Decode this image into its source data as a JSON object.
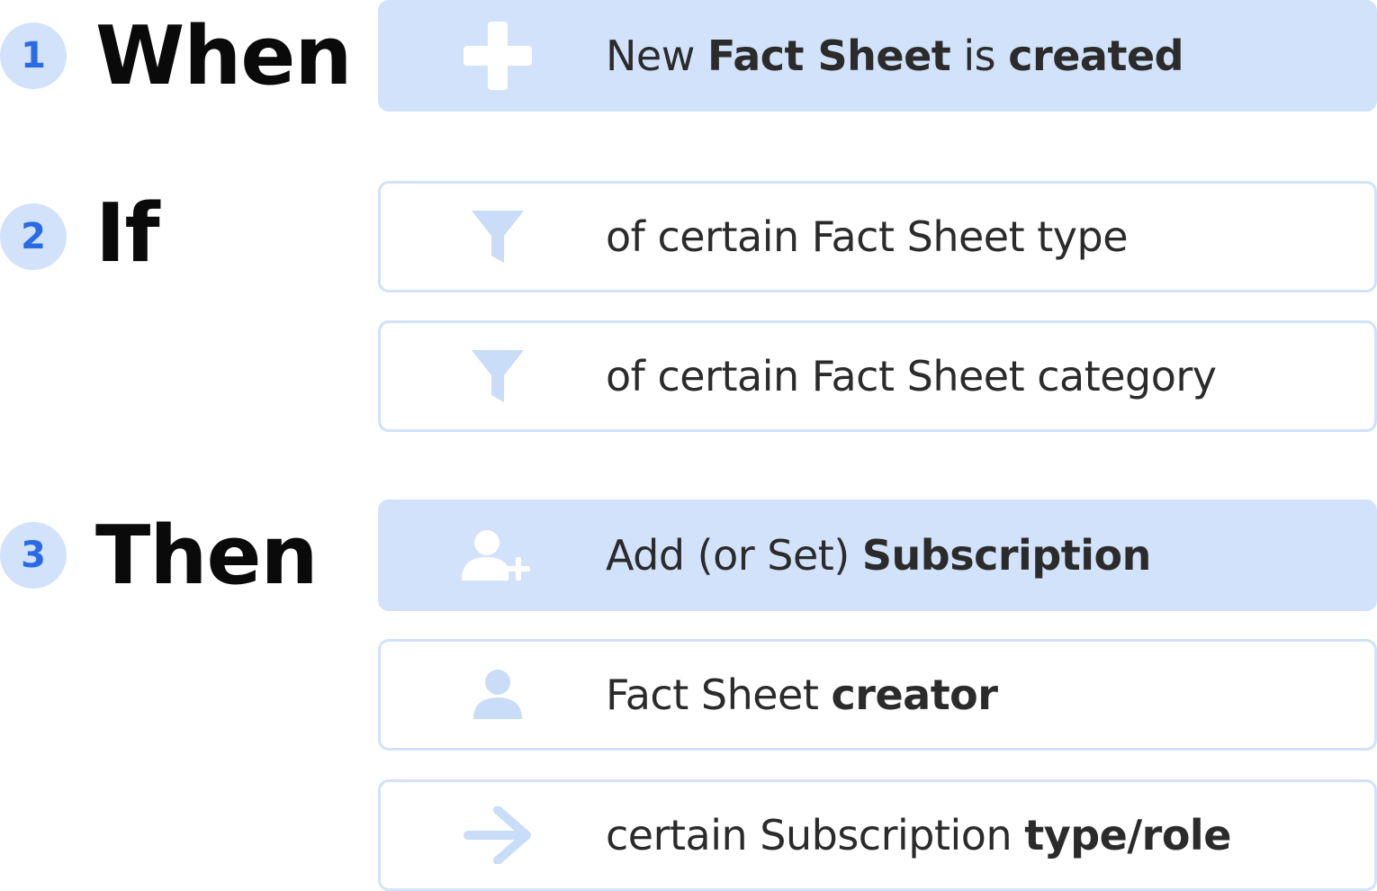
{
  "steps": {
    "when": {
      "number": "1",
      "heading": "When",
      "card": {
        "icon": "plus-icon",
        "parts": [
          {
            "text": "New ",
            "bold": false
          },
          {
            "text": "Fact Sheet",
            "bold": true
          },
          {
            "text": " is ",
            "bold": false
          },
          {
            "text": "created",
            "bold": true
          }
        ]
      }
    },
    "if": {
      "number": "2",
      "heading": "If",
      "cards": [
        {
          "icon": "filter-icon",
          "parts": [
            {
              "text": "of certain Fact Sheet type",
              "bold": false
            }
          ]
        },
        {
          "icon": "filter-icon",
          "parts": [
            {
              "text": "of certain Fact Sheet category",
              "bold": false
            }
          ]
        }
      ]
    },
    "then": {
      "number": "3",
      "heading": "Then",
      "cards": [
        {
          "icon": "add-user-icon",
          "parts": [
            {
              "text": "Add (or Set) ",
              "bold": false
            },
            {
              "text": "Subscription",
              "bold": true
            }
          ]
        },
        {
          "icon": "user-icon",
          "parts": [
            {
              "text": "Fact Sheet ",
              "bold": false
            },
            {
              "text": "creator",
              "bold": true
            }
          ]
        },
        {
          "icon": "arrow-right-icon",
          "parts": [
            {
              "text": "certain Subscription ",
              "bold": false
            },
            {
              "text": "type/role",
              "bold": true
            }
          ]
        }
      ]
    }
  },
  "colors": {
    "accent_fill": "#d2e2fb",
    "badge_text": "#2a6ae5",
    "heading_text": "#0a0a0a",
    "body_text": "#2b2b2b",
    "icon_color": "#ffffff",
    "icon_color_light": "#c9dcf8"
  }
}
